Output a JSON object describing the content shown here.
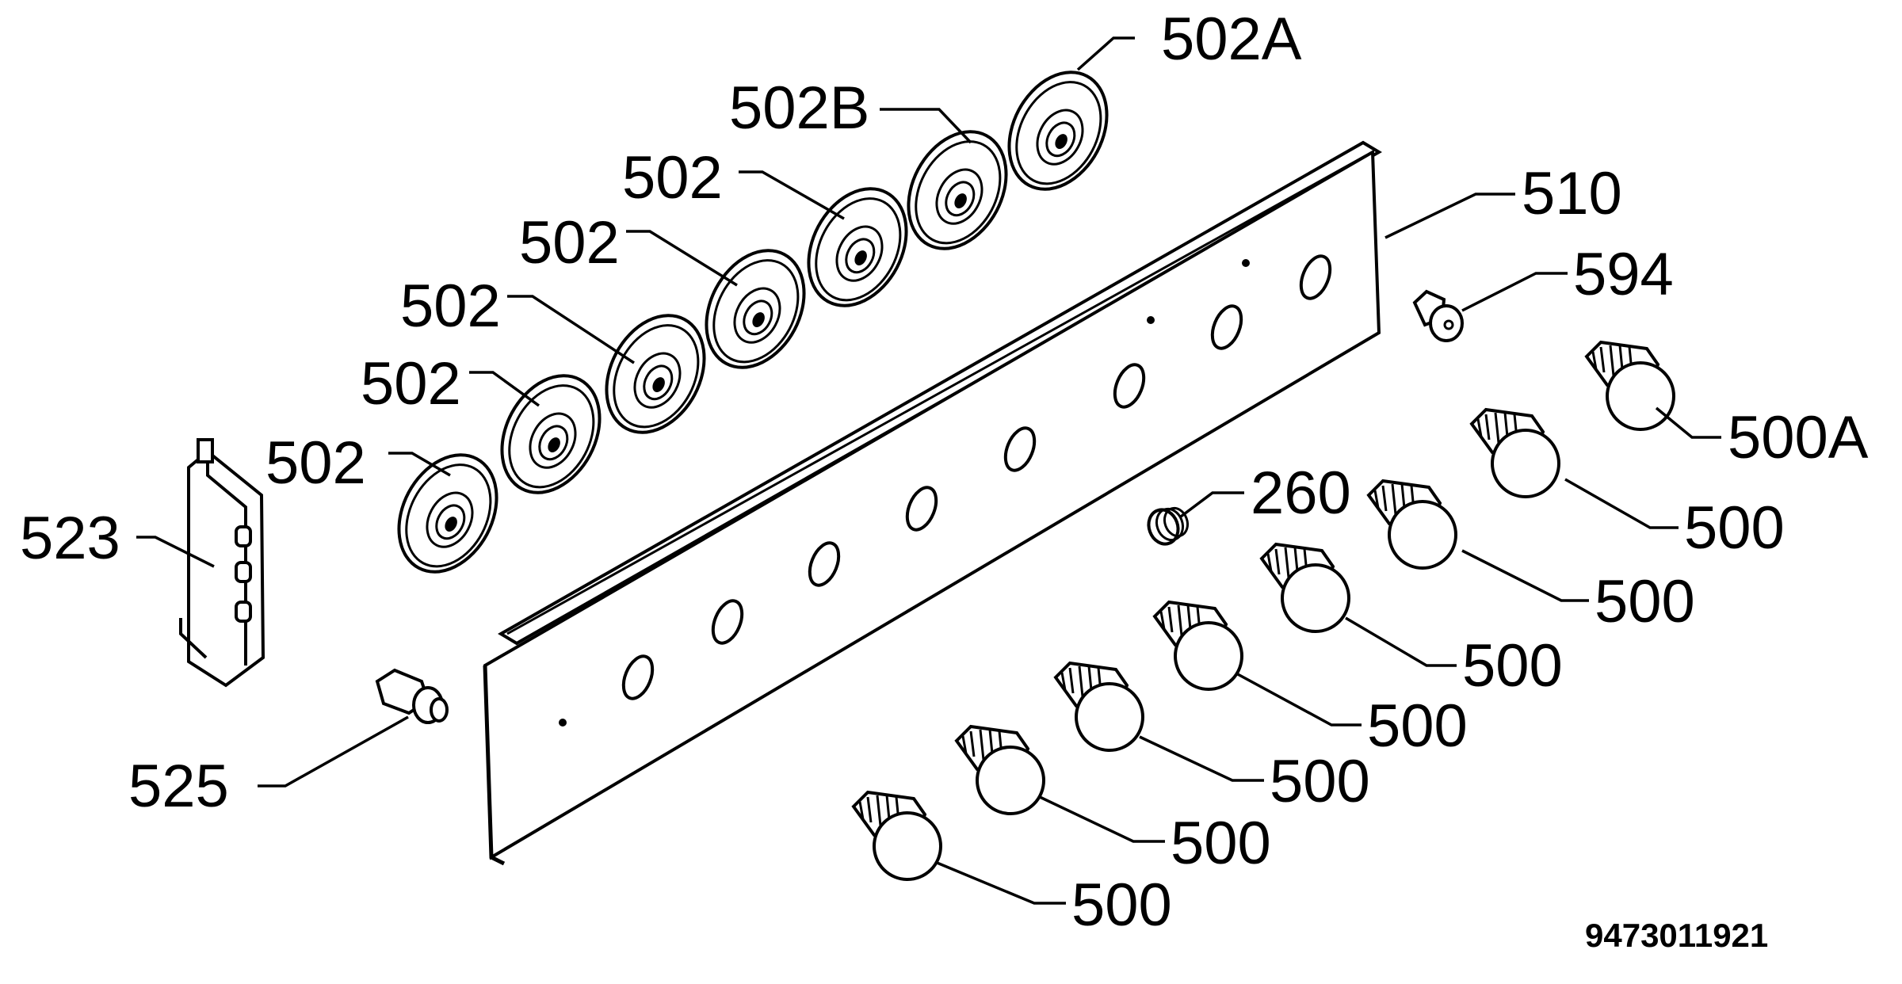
{
  "diagram": {
    "drawing_number": "9473011921",
    "labels": {
      "l_502a": "502A",
      "l_502b": "502B",
      "l_502_1": "502",
      "l_502_2": "502",
      "l_502_3": "502",
      "l_502_4": "502",
      "l_502_5": "502",
      "l_510": "510",
      "l_594": "594",
      "l_500a": "500A",
      "l_500_1": "500",
      "l_500_2": "500",
      "l_500_3": "500",
      "l_500_4": "500",
      "l_500_5": "500",
      "l_500_6": "500",
      "l_500_7": "500",
      "l_260": "260",
      "l_523": "523",
      "l_525": "525"
    }
  }
}
